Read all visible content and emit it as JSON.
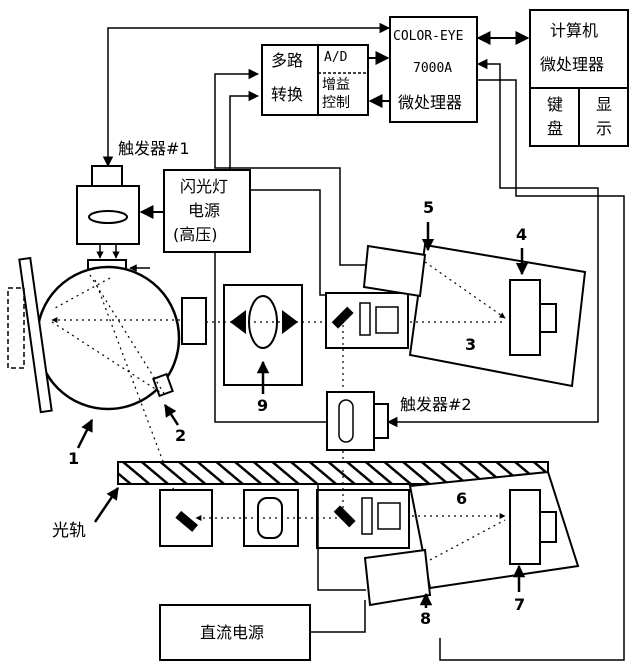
{
  "computer": {
    "line1": "计算机",
    "line2": "微处理器"
  },
  "keyboard": {
    "line1": "键",
    "line2": "盘"
  },
  "display": {
    "line1": "显",
    "line2": "示"
  },
  "colorEye": {
    "line1": "COLOR-EYE",
    "line2": "7000A",
    "line3": "微处理器"
  },
  "mux": {
    "line1": "多路",
    "line2": "转换"
  },
  "adc": {
    "label": "A/D"
  },
  "gainCtrl": {
    "line1": "增益",
    "line2": "控制"
  },
  "trigger1": {
    "label": "触发器#1"
  },
  "trigger2": {
    "label": "触发器#2"
  },
  "flashPower": {
    "line1": "闪光灯",
    "line2": "电源",
    "line3": "(高压)"
  },
  "dcPower": {
    "label": "直流电源"
  },
  "rail": {
    "label": "光轨"
  },
  "callouts": [
    "1",
    "2",
    "3",
    "4",
    "5",
    "6",
    "7",
    "8",
    "9"
  ]
}
